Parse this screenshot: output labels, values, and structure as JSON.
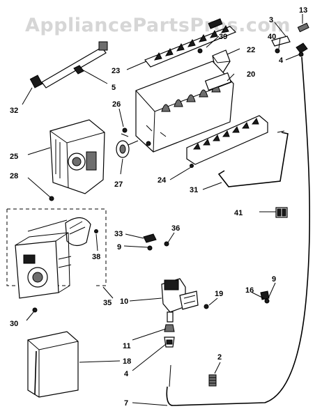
{
  "watermark": "AppliancePartsPros.com",
  "labels": {
    "p13": "13",
    "p3": "3",
    "p40": "40",
    "p39": "39",
    "p22": "22",
    "p4a": "4",
    "p23": "23",
    "p20": "20",
    "p5": "5",
    "p32": "32",
    "p26": "26",
    "p25": "25",
    "p24": "24",
    "p28": "28",
    "p27": "27",
    "p31": "31",
    "p41": "41",
    "p33": "33",
    "p36": "36",
    "p9a": "9",
    "p38": "38",
    "p10": "10",
    "p19": "19",
    "p16": "16",
    "p9b": "9",
    "p30": "30",
    "p35": "35",
    "p11": "11",
    "p18": "18",
    "p4b": "4",
    "p2": "2",
    "p7": "7"
  }
}
